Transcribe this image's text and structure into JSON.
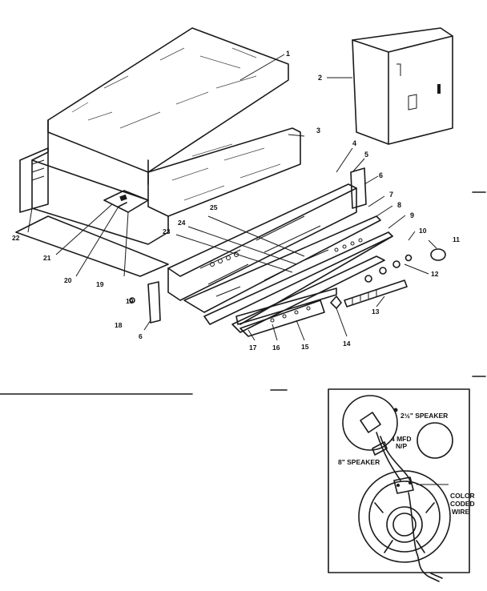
{
  "callouts": [
    "1",
    "2",
    "3",
    "4",
    "5",
    "6",
    "7",
    "8",
    "9",
    "10",
    "11",
    "12",
    "13",
    "14",
    "15",
    "16",
    "17",
    "18",
    "19",
    "20",
    "21",
    "22",
    "23",
    "24",
    "25",
    "6",
    "19"
  ],
  "speaker_inset": {
    "small_speaker": "2½\" SPEAKER",
    "capacitor_line1": "4 MFD",
    "capacitor_line2": "N/P",
    "large_speaker": "8\" SPEAKER",
    "wire_line1": "COLOR",
    "wire_line2": "CODED",
    "wire_line3": "WIRE"
  }
}
